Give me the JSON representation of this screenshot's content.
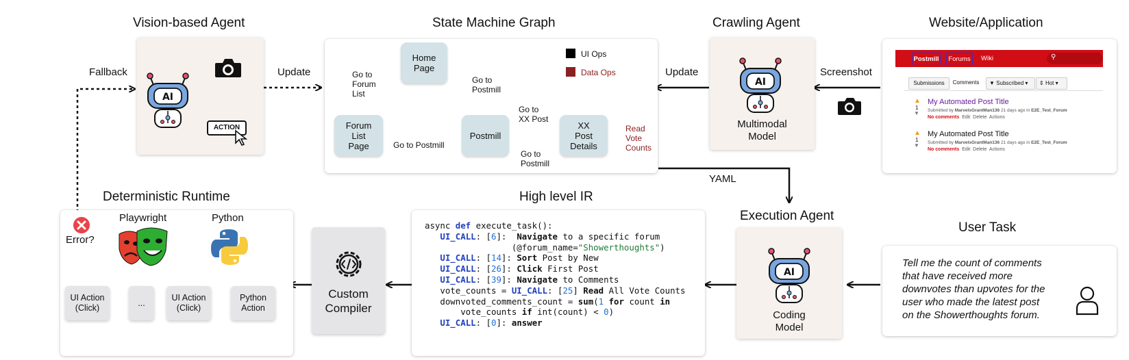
{
  "titles": {
    "vision_agent": "Vision-based Agent",
    "state_graph": "State Machine Graph",
    "crawling_agent": "Crawling Agent",
    "website": "Website/Application",
    "runtime": "Deterministic Runtime",
    "ir": "High level IR",
    "execution_agent": "Execution Agent",
    "user_task": "User Task"
  },
  "edge_labels": {
    "fallback": "Fallback",
    "update_left": "Update",
    "update_right": "Update",
    "screenshot": "Screenshot",
    "yaml": "YAML",
    "error": "Error?"
  },
  "vision": {
    "action_label": "ACTION",
    "ai_label": "AI"
  },
  "graph": {
    "nodes": {
      "home": "Home\nPage",
      "forum_list": "Forum\nList\nPage",
      "postmill": "Postmill",
      "xx_post": "XX\nPost\nDetails"
    },
    "edges": {
      "go_forum_list": "Go to\nForum\nList",
      "go_postmill_top": "Go to\nPostmill",
      "go_postmill_mid": "Go to Postmill",
      "go_xx_post": "Go to\nXX Post",
      "go_postmill_back": "Go to\nPostmill",
      "read_vote": "Read\nVote\nCounts"
    },
    "legend": {
      "ui_ops": "UI Ops",
      "data_ops": "Data Ops"
    },
    "colors": {
      "ui_ops": "#000000",
      "data_ops": "#8b2020"
    }
  },
  "crawling": {
    "model_label": "Multimodal\nModel"
  },
  "website": {
    "nav": [
      "Postmill",
      "Forums",
      "Wiki"
    ],
    "tabs": [
      "Submissions",
      "Comments",
      "Subscribed",
      "Hot"
    ],
    "posts": [
      {
        "title": "My Automated Post Title",
        "meta_prefix": "Submitted by",
        "user": "MarvelsGrantMan136",
        "meta_mid": "21 days ago in",
        "forum": "E2E_Test_Forum",
        "vote": "1",
        "actions": [
          "No comments",
          "Edit",
          "Delete",
          "Actions"
        ]
      },
      {
        "title": "My Automated Post Title",
        "meta_prefix": "Submitted by",
        "user": "MarvelsGrantMan136",
        "meta_mid": "21 days ago in",
        "forum": "E2E_Test_Forum",
        "vote": "1",
        "actions": [
          "No comments",
          "Edit",
          "Delete",
          "Actions"
        ]
      }
    ],
    "brand_color": "#d10d16"
  },
  "runtime": {
    "playwright": "Playwright",
    "python": "Python",
    "boxes": [
      "UI Action\n(Click)",
      "...",
      "UI Action\n(Click)",
      "Python\nAction"
    ]
  },
  "compiler": {
    "label": "Custom\nCompiler"
  },
  "execution": {
    "model_label": "Coding\nModel"
  },
  "user_task": {
    "text": "Tell me the count of comments that have received more downvotes than upvotes for the user who made the latest post on the Showerthoughts forum."
  }
}
